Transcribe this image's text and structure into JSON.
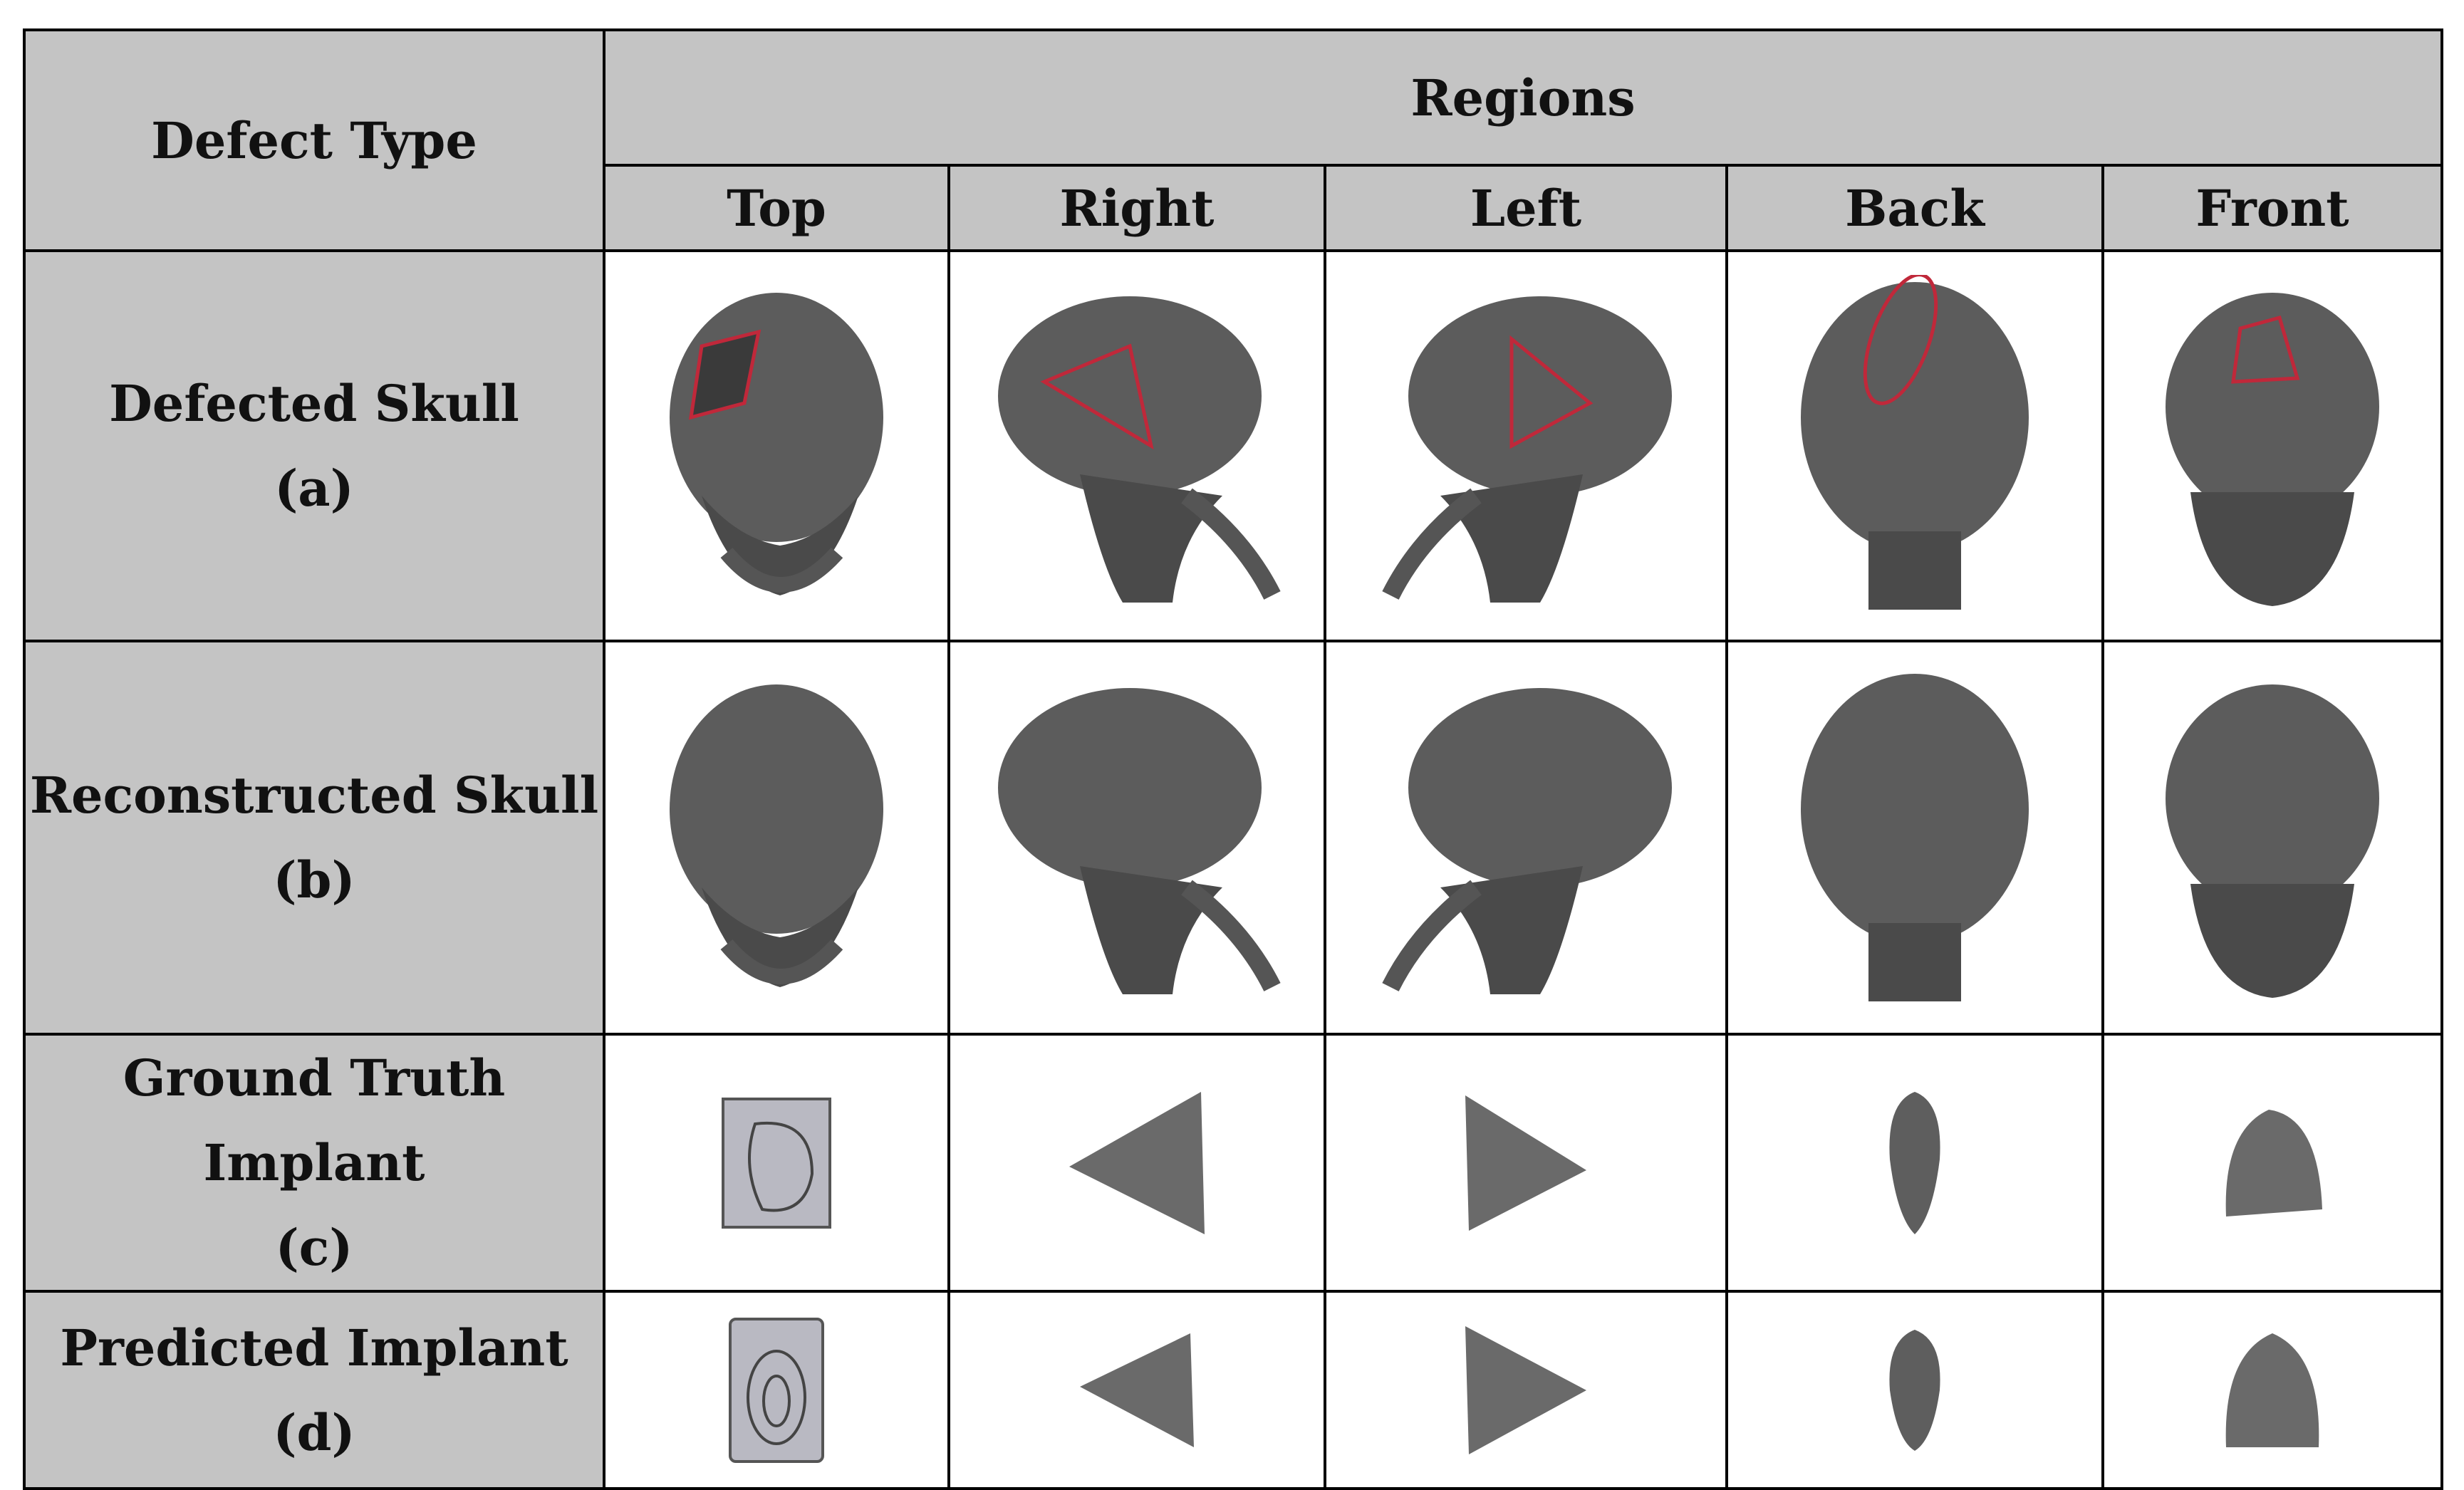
{
  "table": {
    "corner_label": "Defect Type",
    "group_label": "Regions",
    "columns": [
      "Top",
      "Right",
      "Left",
      "Back",
      "Front"
    ],
    "rows": [
      {
        "title": "Defected Skull",
        "tag": "(a)",
        "kind": "defected"
      },
      {
        "title": "Reconstructed Skull",
        "tag": "(b)",
        "kind": "reconstructed"
      },
      {
        "title": "Ground Truth Implant",
        "tag": "(c)",
        "kind": "ground-truth"
      },
      {
        "title": "Predicted Implant",
        "tag": "(d)",
        "kind": "predicted"
      }
    ]
  },
  "colors": {
    "header_bg": "#c4c4c4",
    "skull_gray": "#5a5a5a",
    "defect_outline": "#c0283a",
    "implant_light": "#b9b9c2"
  },
  "icons": [
    "skull-render",
    "triangle-implant",
    "rectangle-implant",
    "oval-implant",
    "cap-implant"
  ]
}
